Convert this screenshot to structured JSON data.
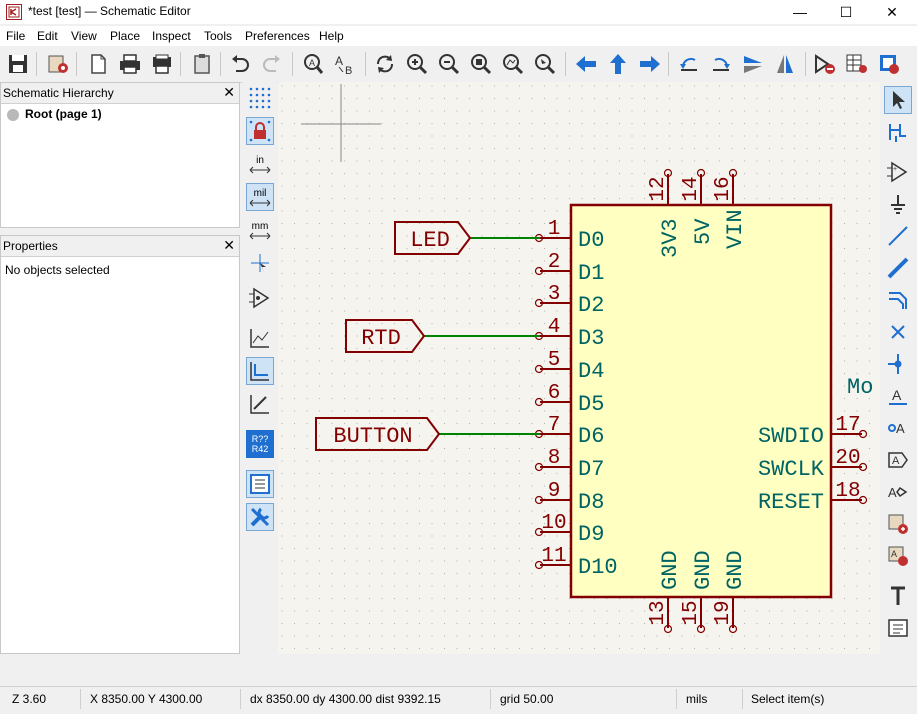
{
  "window": {
    "title": "*test [test] — Schematic Editor",
    "minimize": "—",
    "maximize": "☐",
    "close": "✕"
  },
  "menu": [
    "File",
    "Edit",
    "View",
    "Place",
    "Inspect",
    "Tools",
    "Preferences",
    "Help"
  ],
  "hierarchy": {
    "title": "Schematic Hierarchy",
    "root_label": "Root (page 1)"
  },
  "properties": {
    "title": "Properties",
    "empty_text": "No objects selected"
  },
  "left_tools": {
    "units_in": "in",
    "units_mil": "mil",
    "units_mm": "mm",
    "annotate_top": "R??",
    "annotate_bottom": "R42"
  },
  "schematic": {
    "labels": [
      "LED",
      "RTD",
      "BUTTON"
    ],
    "left_pins": [
      {
        "num": "1",
        "name": "D0"
      },
      {
        "num": "2",
        "name": "D1"
      },
      {
        "num": "3",
        "name": "D2"
      },
      {
        "num": "4",
        "name": "D3"
      },
      {
        "num": "5",
        "name": "D4"
      },
      {
        "num": "6",
        "name": "D5"
      },
      {
        "num": "7",
        "name": "D6"
      },
      {
        "num": "8",
        "name": "D7"
      },
      {
        "num": "9",
        "name": "D8"
      },
      {
        "num": "10",
        "name": "D9"
      },
      {
        "num": "11",
        "name": "D10"
      }
    ],
    "top_pins": [
      {
        "num": "12",
        "name": "3V3"
      },
      {
        "num": "14",
        "name": "5V"
      },
      {
        "num": "16",
        "name": "VIN"
      }
    ],
    "right_pins": [
      {
        "num": "17",
        "name": "SWDIO"
      },
      {
        "num": "20",
        "name": "SWCLK"
      },
      {
        "num": "18",
        "name": "RESET"
      }
    ],
    "bottom_pins": [
      {
        "num": "13",
        "name": "GND"
      },
      {
        "num": "15",
        "name": "GND"
      },
      {
        "num": "19",
        "name": "GND"
      }
    ],
    "value_fragment": "Mo",
    "colors": {
      "body_fill": "#ffffc2",
      "body_stroke": "#840000",
      "pin_color": "#840000",
      "pin_name_color": "#006464",
      "wire_color": "#008400",
      "label_color": "#840000"
    }
  },
  "status": {
    "zoom": "Z 3.60",
    "cursor": "X 8350.00  Y 4300.00",
    "delta": "dx 8350.00  dy 4300.00  dist 9392.15",
    "grid": "grid 50.00",
    "units": "mils",
    "mode": "Select item(s)"
  }
}
